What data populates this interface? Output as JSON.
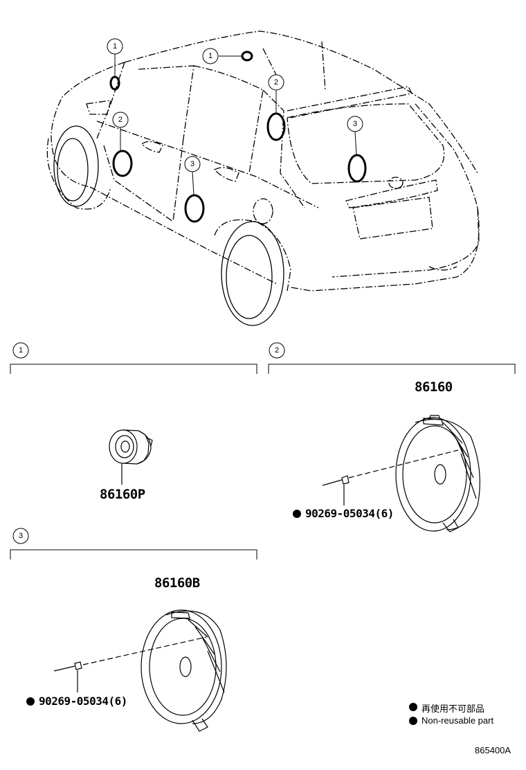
{
  "diagram": {
    "callouts": [
      "1",
      "2",
      "3"
    ],
    "sections": [
      {
        "number": "1",
        "part": "86160P"
      },
      {
        "number": "2",
        "part": "86160",
        "fastener": "90269-05034(6)"
      },
      {
        "number": "3",
        "part": "86160B",
        "fastener": "90269-05034(6)"
      }
    ],
    "legend": {
      "jp": "再使用不可部品",
      "en": "Non-reusable part"
    },
    "drawing_code": "865400A"
  }
}
